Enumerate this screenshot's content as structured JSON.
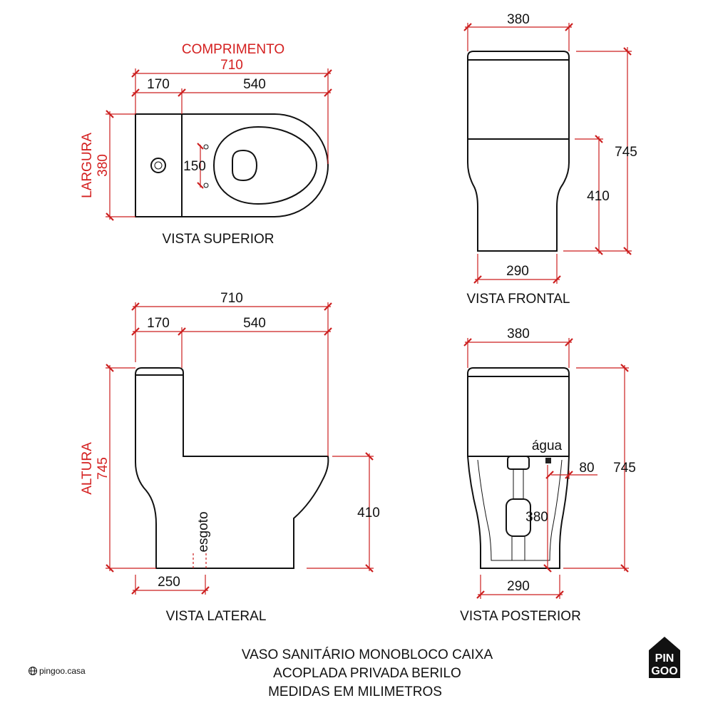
{
  "top_view": {
    "label_length_title": "COMPRIMENTO",
    "length": "710",
    "tank": "170",
    "bowl": "540",
    "label_width_title": "LARGURA",
    "width": "380",
    "bolt_spacing": "150",
    "view_name": "VISTA SUPERIOR"
  },
  "front_view": {
    "width_top": "380",
    "height_total": "745",
    "height_bowl": "410",
    "width_base": "290",
    "view_name": "VISTA FRONTAL"
  },
  "side_view": {
    "length": "710",
    "tank": "170",
    "bowl": "540",
    "label_height_title": "ALTURA",
    "height": "745",
    "height_bowl": "410",
    "drain_label": "esgoto",
    "drain_distance": "250",
    "view_name": "VISTA LATERAL"
  },
  "rear_view": {
    "width_top": "380",
    "water_label": "água",
    "water_offset": "80",
    "height_total": "745",
    "water_height": "380",
    "width_base": "290",
    "view_name": "VISTA POSTERIOR"
  },
  "footer": {
    "line1": "VASO SANITÁRIO MONOBLOCO CAIXA",
    "line2": "ACOPLADA PRIVADA BERILO",
    "line3": "MEDIDAS EM MILIMETROS",
    "site": "pingoo.casa",
    "logo_line1": "PIN",
    "logo_line2": "GOO"
  },
  "colors": {
    "dimension_red": "#cc1f1f",
    "outline": "#111111"
  }
}
